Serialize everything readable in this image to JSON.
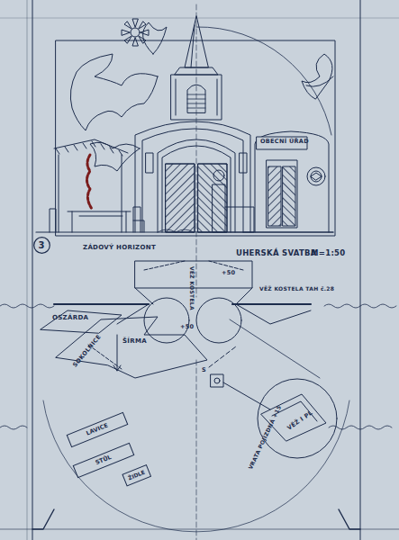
{
  "diagram": {
    "nodes": [
      {
        "text": [
          "3"
        ]
      },
      {
        "text": [
          "LAVICE"
        ]
      },
      {
        "text": [
          "STŮL"
        ]
      },
      {
        "text": [
          "ŽIDLE"
        ]
      }
    ],
    "labels": [
      "OBECNÍ ÚŘAD",
      "ZÁDOVÝ HORIZONT",
      "UHERSKÁ SVATBA",
      "M=1:50",
      "VĚŽ KOSTELA TAH č.28",
      "VĚŽ KOSTELA",
      "+50",
      "+50",
      "OSZÁRDA",
      "ŠÍRMA",
      "SOKOLNICE",
      "S",
      "VĚŽ I PL",
      "VRATA POJÍZDNÁ +15"
    ]
  }
}
